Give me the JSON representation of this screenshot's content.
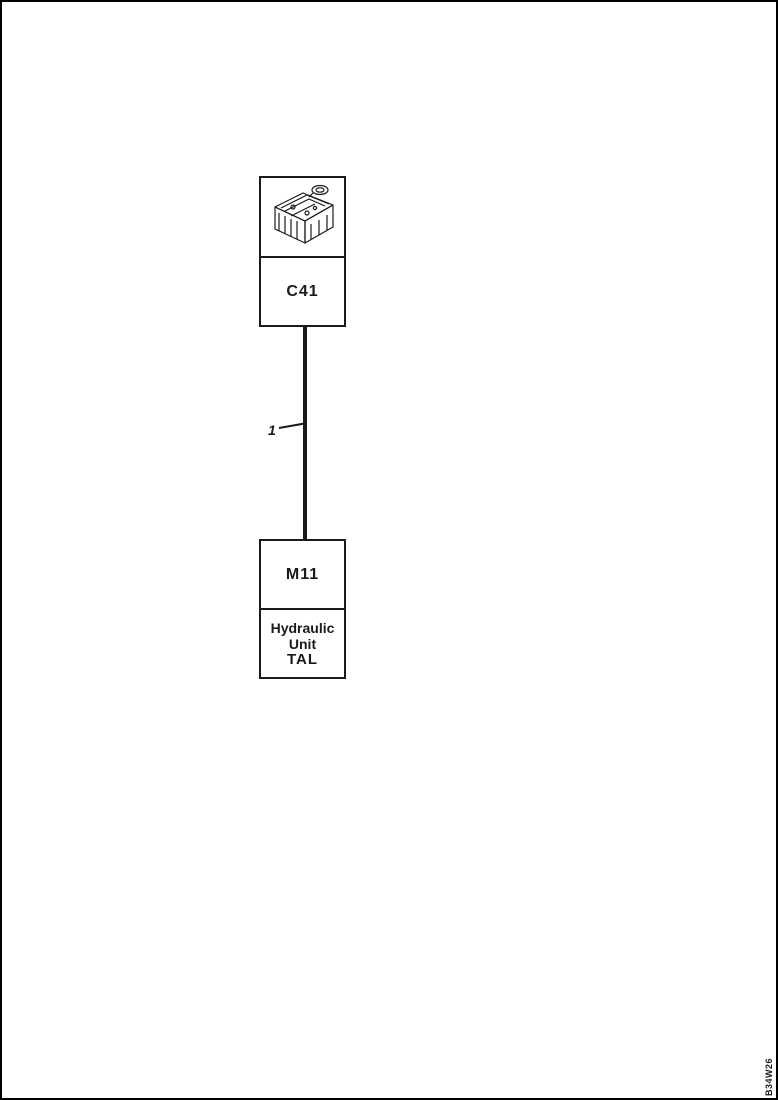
{
  "diagram": {
    "connector": {
      "label": "C41"
    },
    "wire": {
      "label": "1"
    },
    "component": {
      "label": "M11",
      "name_line1": "Hydraulic",
      "name_line2": "Unit",
      "code": "TAL"
    },
    "figure_code": "B34W26",
    "colors": {
      "line": "#1a1a1a",
      "background": "#ffffff"
    }
  }
}
